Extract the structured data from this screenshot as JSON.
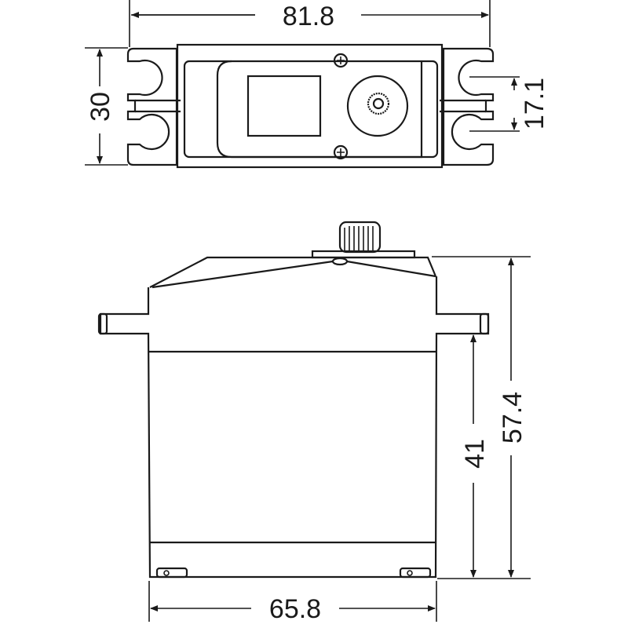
{
  "drawing": {
    "top_view": {
      "width_dimension": "81.8",
      "height_dimension": "30",
      "hole_spacing_dimension": "17.1"
    },
    "side_view": {
      "total_height_dimension": "57.4",
      "flange_height_dimension": "41",
      "body_width_dimension": "65.8"
    }
  },
  "colors": {
    "line": "#1a1a1a",
    "background": "#ffffff"
  }
}
